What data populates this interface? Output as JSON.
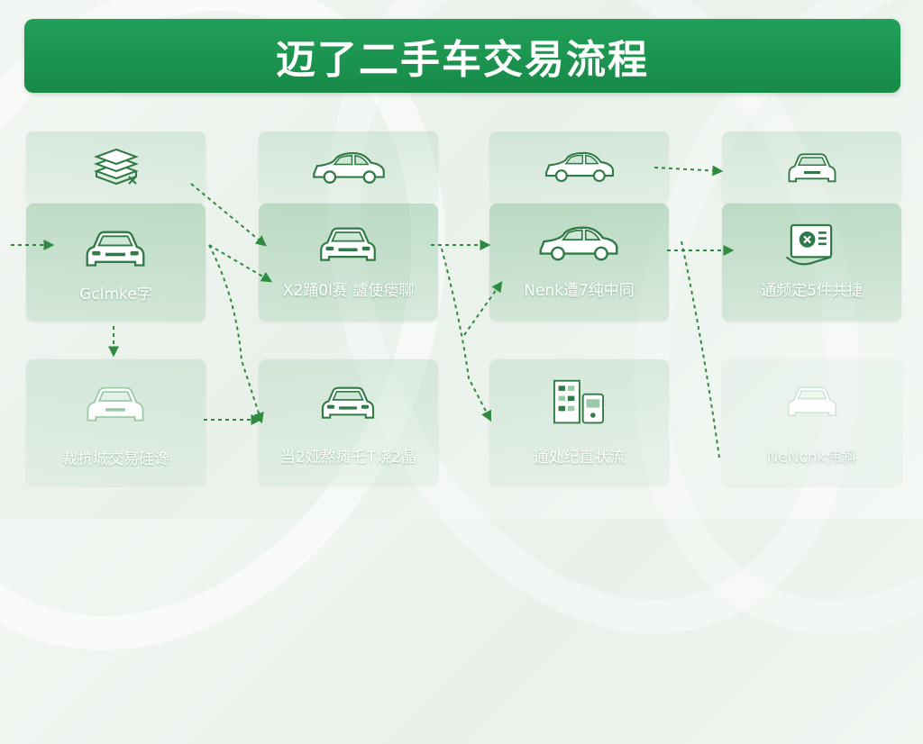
{
  "title": "迈了二手车交易流程",
  "labels": {
    "c1": "Gclmke字",
    "c2": "X2踊0l赛 謯使瘘聊",
    "c3": "Nenk遭7纯中同",
    "c4": "通频定5件共捷",
    "c5": "裁抗城交易硅谗",
    "c6": "当2娅熬瘫乇T烧2晶",
    "c7": "通处纪直状流",
    "c8": "NeNcnk伟斜"
  },
  "colors": {
    "banner": "#1a9450",
    "card": "#8cc4a0",
    "arrow": "#2e8b3f",
    "text": "#ffffff"
  }
}
